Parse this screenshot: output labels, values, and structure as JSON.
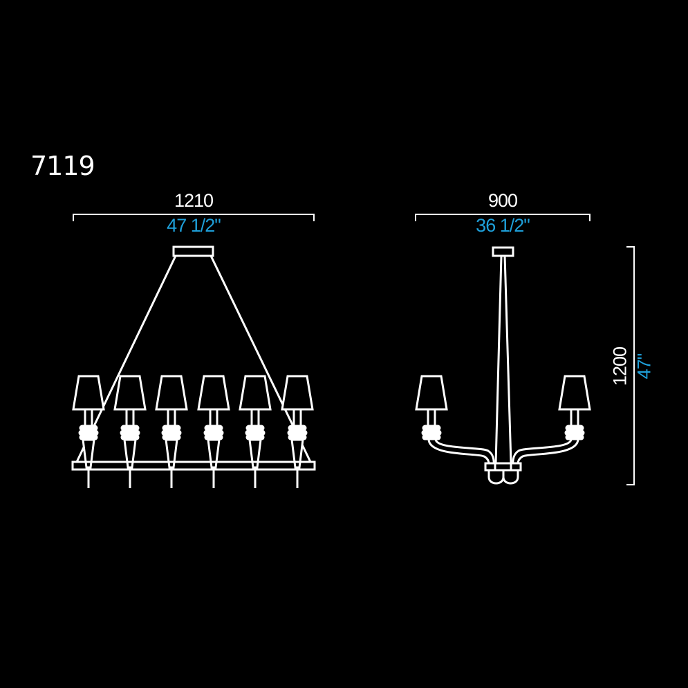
{
  "title": {
    "model_code": "7119"
  },
  "colors": {
    "background": "#000000",
    "line": "#ffffff",
    "metric_text": "#ffffff",
    "imperial_text": "#1e9fd9"
  },
  "front_view": {
    "width_mm": "1210",
    "width_in": "47 1/2\"",
    "lamp_count": 6,
    "shade_icon": "lampshade-icon"
  },
  "side_view": {
    "width_mm": "900",
    "width_in": "36 1/2\"",
    "lamp_count": 2
  },
  "height_dimension": {
    "height_mm": "1200",
    "height_in": "47\""
  }
}
